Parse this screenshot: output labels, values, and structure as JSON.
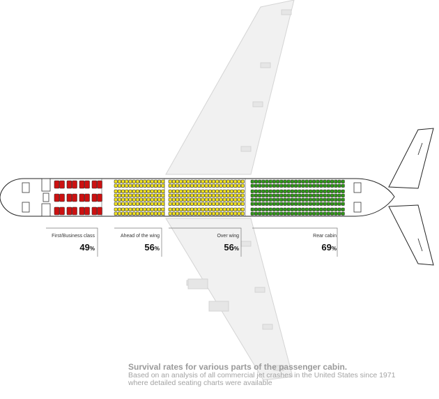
{
  "colors": {
    "first_class": "#cc1111",
    "ahead_of_wing": "#f2e31a",
    "over_wing": "#f2e31a",
    "rear_cabin": "#2e9a14",
    "seat_stroke": "#333333",
    "plane_fill": "#f1f1f1",
    "plane_stroke": "#d4d4d4",
    "caption": "#9a9a9a"
  },
  "sections": [
    {
      "id": "first",
      "label": "First/Business class",
      "value": "49",
      "unit": "%",
      "survival_rate": 49,
      "color_key": "first_class"
    },
    {
      "id": "ahead",
      "label": "Ahead of the wing",
      "value": "56",
      "unit": "%",
      "survival_rate": 56,
      "color_key": "ahead_of_wing"
    },
    {
      "id": "over",
      "label": "Over wing",
      "value": "56",
      "unit": "%",
      "survival_rate": 56,
      "color_key": "over_wing"
    },
    {
      "id": "rear",
      "label": "Rear cabin",
      "value": "69",
      "unit": "%",
      "survival_rate": 69,
      "color_key": "rear_cabin"
    }
  ],
  "caption": {
    "title": "Survival rates for various parts of the passenger cabin.",
    "line1": "Based on an analysis of all commercial jet crashes in the United States since 1971",
    "line2": "where detailed seating charts were available"
  }
}
